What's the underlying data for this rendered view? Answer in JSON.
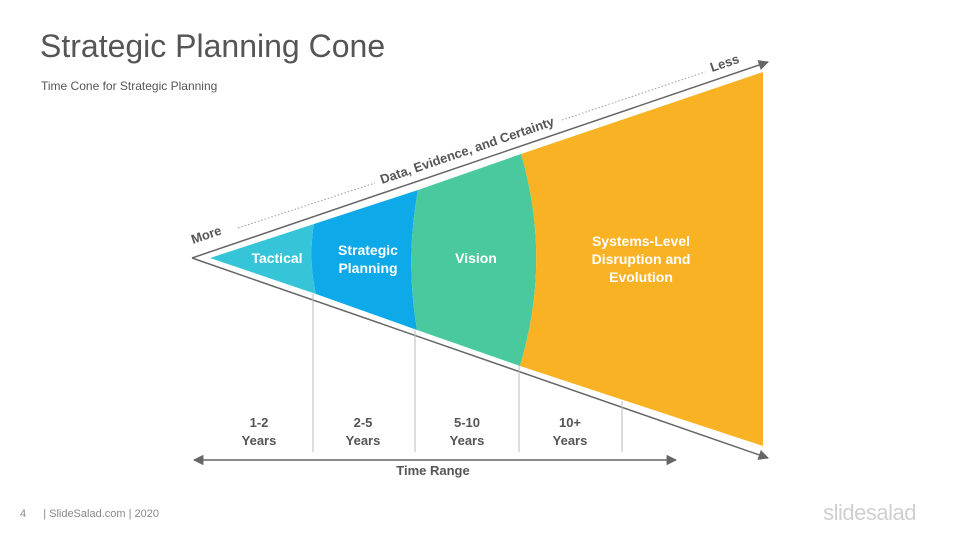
{
  "header": {
    "title": "Strategic Planning Cone",
    "subtitle": "Time Cone for Strategic Planning"
  },
  "cone": {
    "axis_more": "More",
    "axis_less": "Less",
    "axis_label": "Data, Evidence, and Certainty",
    "segments": [
      {
        "label_lines": [
          "Tactical"
        ],
        "color": "#36C5D8"
      },
      {
        "label_lines": [
          "Strategic",
          "Planning"
        ],
        "color": "#0DA9E8"
      },
      {
        "label_lines": [
          "Vision"
        ],
        "color": "#4BC99E"
      },
      {
        "label_lines": [
          "Systems-Level",
          "Disruption and",
          "Evolution"
        ],
        "color": "#F9B224"
      }
    ]
  },
  "timeline": {
    "ranges": [
      {
        "line1": "1-2",
        "line2": "Years"
      },
      {
        "line1": "2-5",
        "line2": "Years"
      },
      {
        "line1": "5-10",
        "line2": "Years"
      },
      {
        "line1": "10+",
        "line2": "Years"
      }
    ],
    "label": "Time Range"
  },
  "footer": {
    "page_number": "4",
    "credit": "| SlideSalad.com | 2020",
    "logo": "slidesalad"
  }
}
